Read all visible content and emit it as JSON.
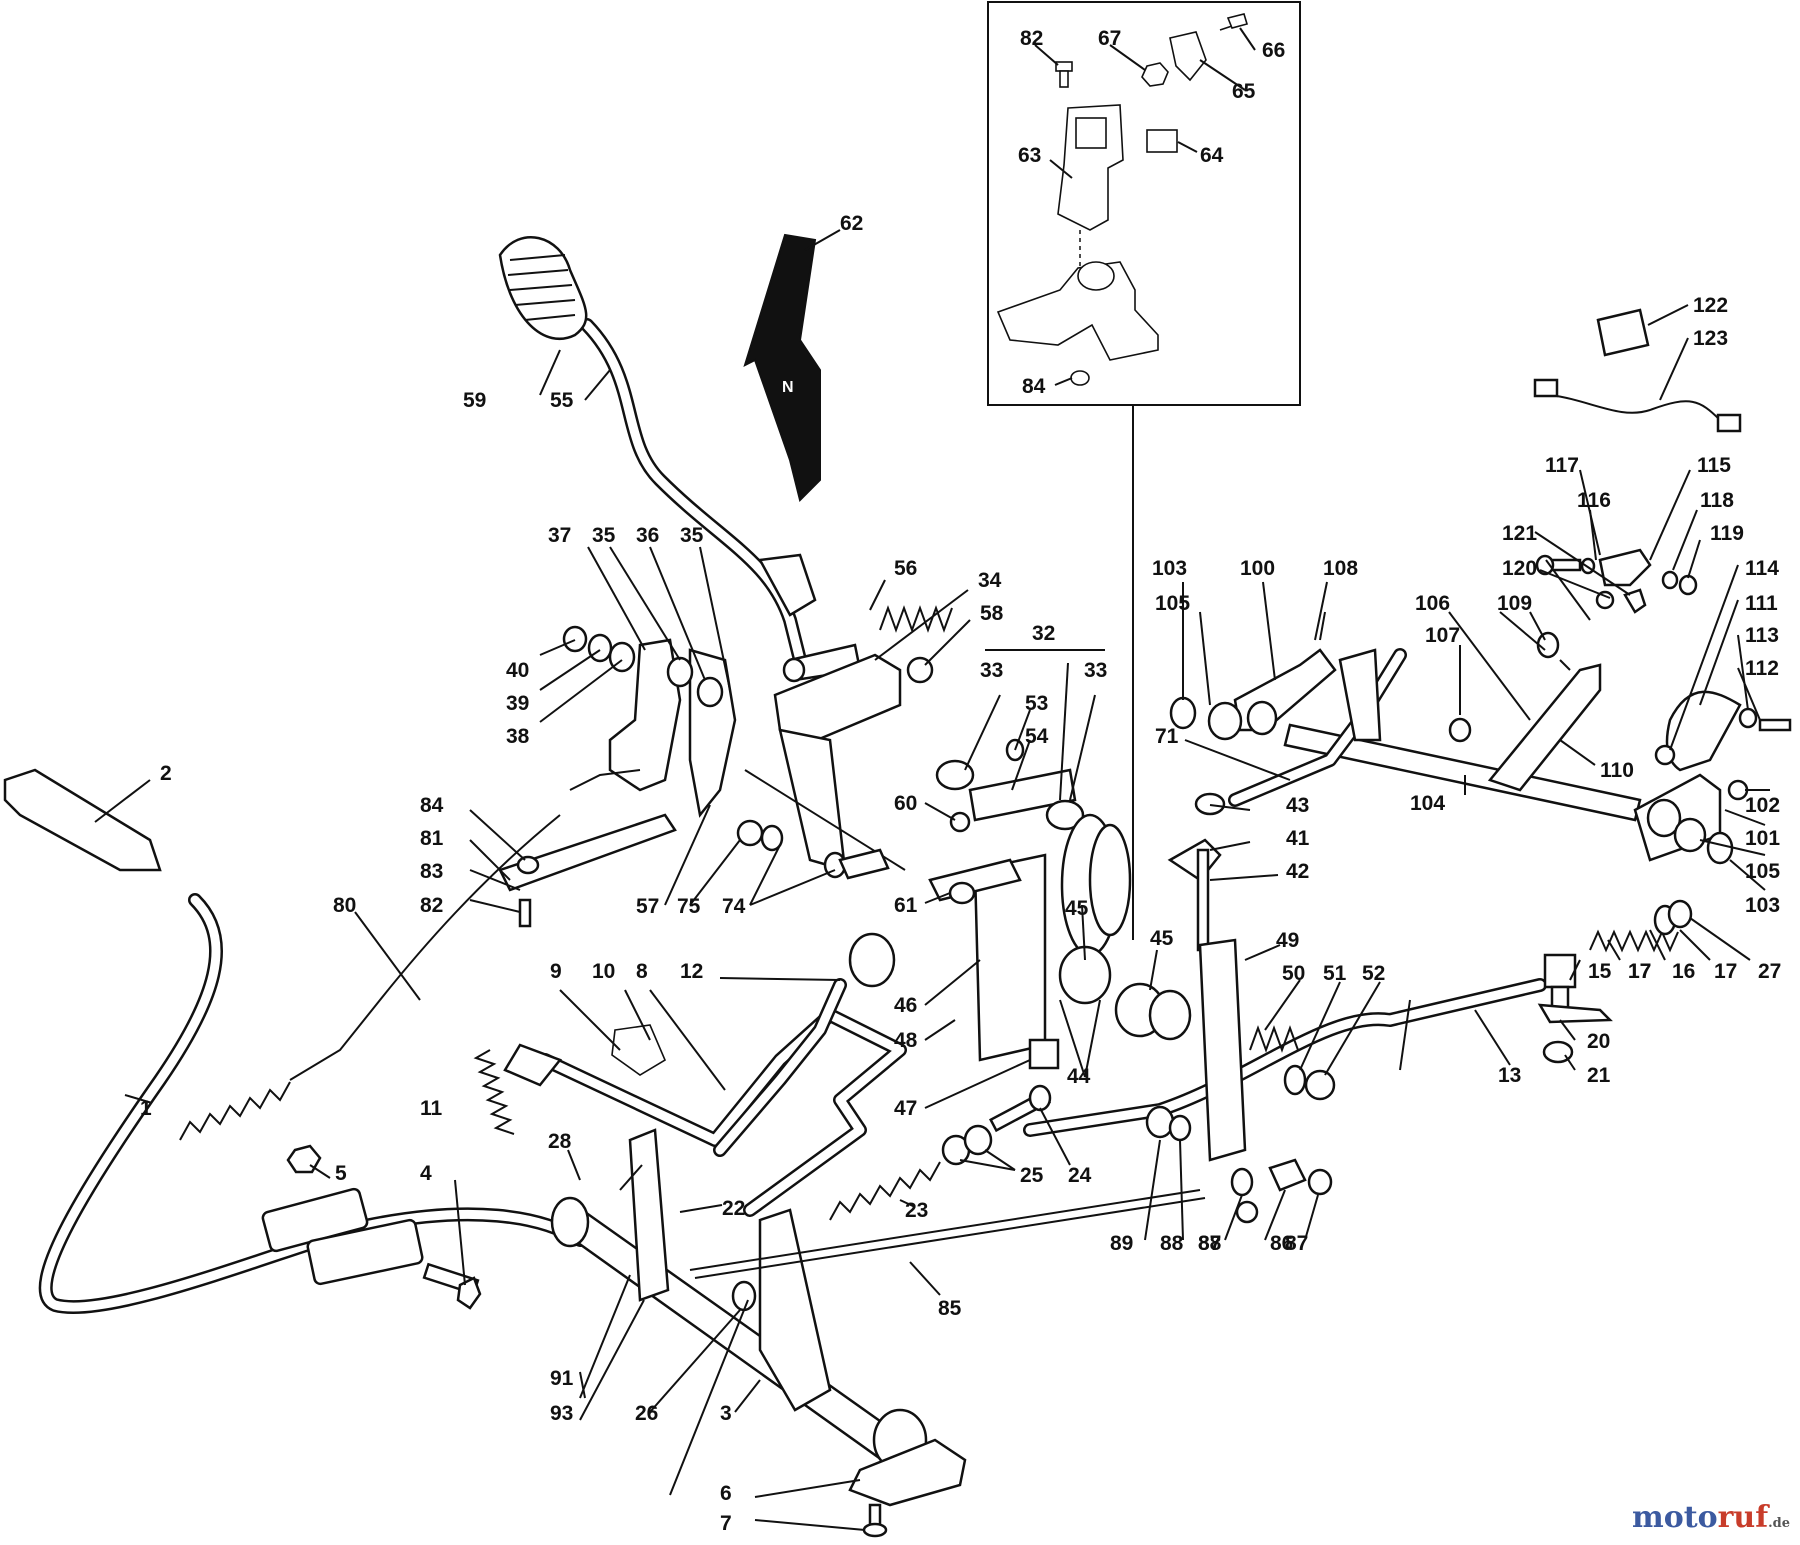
{
  "diagram": {
    "part_numbers": [
      "1",
      "2",
      "3",
      "4",
      "5",
      "6",
      "7",
      "8",
      "9",
      "10",
      "11",
      "12",
      "13",
      "15",
      "16",
      "17",
      "17",
      "17",
      "20",
      "21",
      "22",
      "23",
      "24",
      "25",
      "26",
      "27",
      "28",
      "32",
      "33",
      "33",
      "34",
      "35",
      "35",
      "36",
      "37",
      "38",
      "39",
      "40",
      "41",
      "42",
      "43",
      "44",
      "45",
      "45",
      "46",
      "47",
      "48",
      "49",
      "50",
      "51",
      "52",
      "53",
      "54",
      "55",
      "56",
      "57",
      "58",
      "59",
      "60",
      "61",
      "62",
      "63",
      "64",
      "65",
      "66",
      "67",
      "71",
      "74",
      "75",
      "80",
      "81",
      "82",
      "82",
      "83",
      "84",
      "84",
      "85",
      "86",
      "87",
      "87",
      "88",
      "88",
      "89",
      "91",
      "93",
      "100",
      "101",
      "102",
      "103",
      "103",
      "104",
      "105",
      "105",
      "106",
      "107",
      "108",
      "109",
      "110",
      "111",
      "112",
      "113",
      "114",
      "115",
      "116",
      "117",
      "118",
      "119",
      "120",
      "121",
      "122",
      "123"
    ],
    "lever_marking": "N"
  },
  "watermark": {
    "brand_part1": "moto",
    "brand_part2": "ruf",
    "suffix": ".de",
    "color_part1": "#3c5aa0",
    "color_part2": "#c83c2a"
  }
}
